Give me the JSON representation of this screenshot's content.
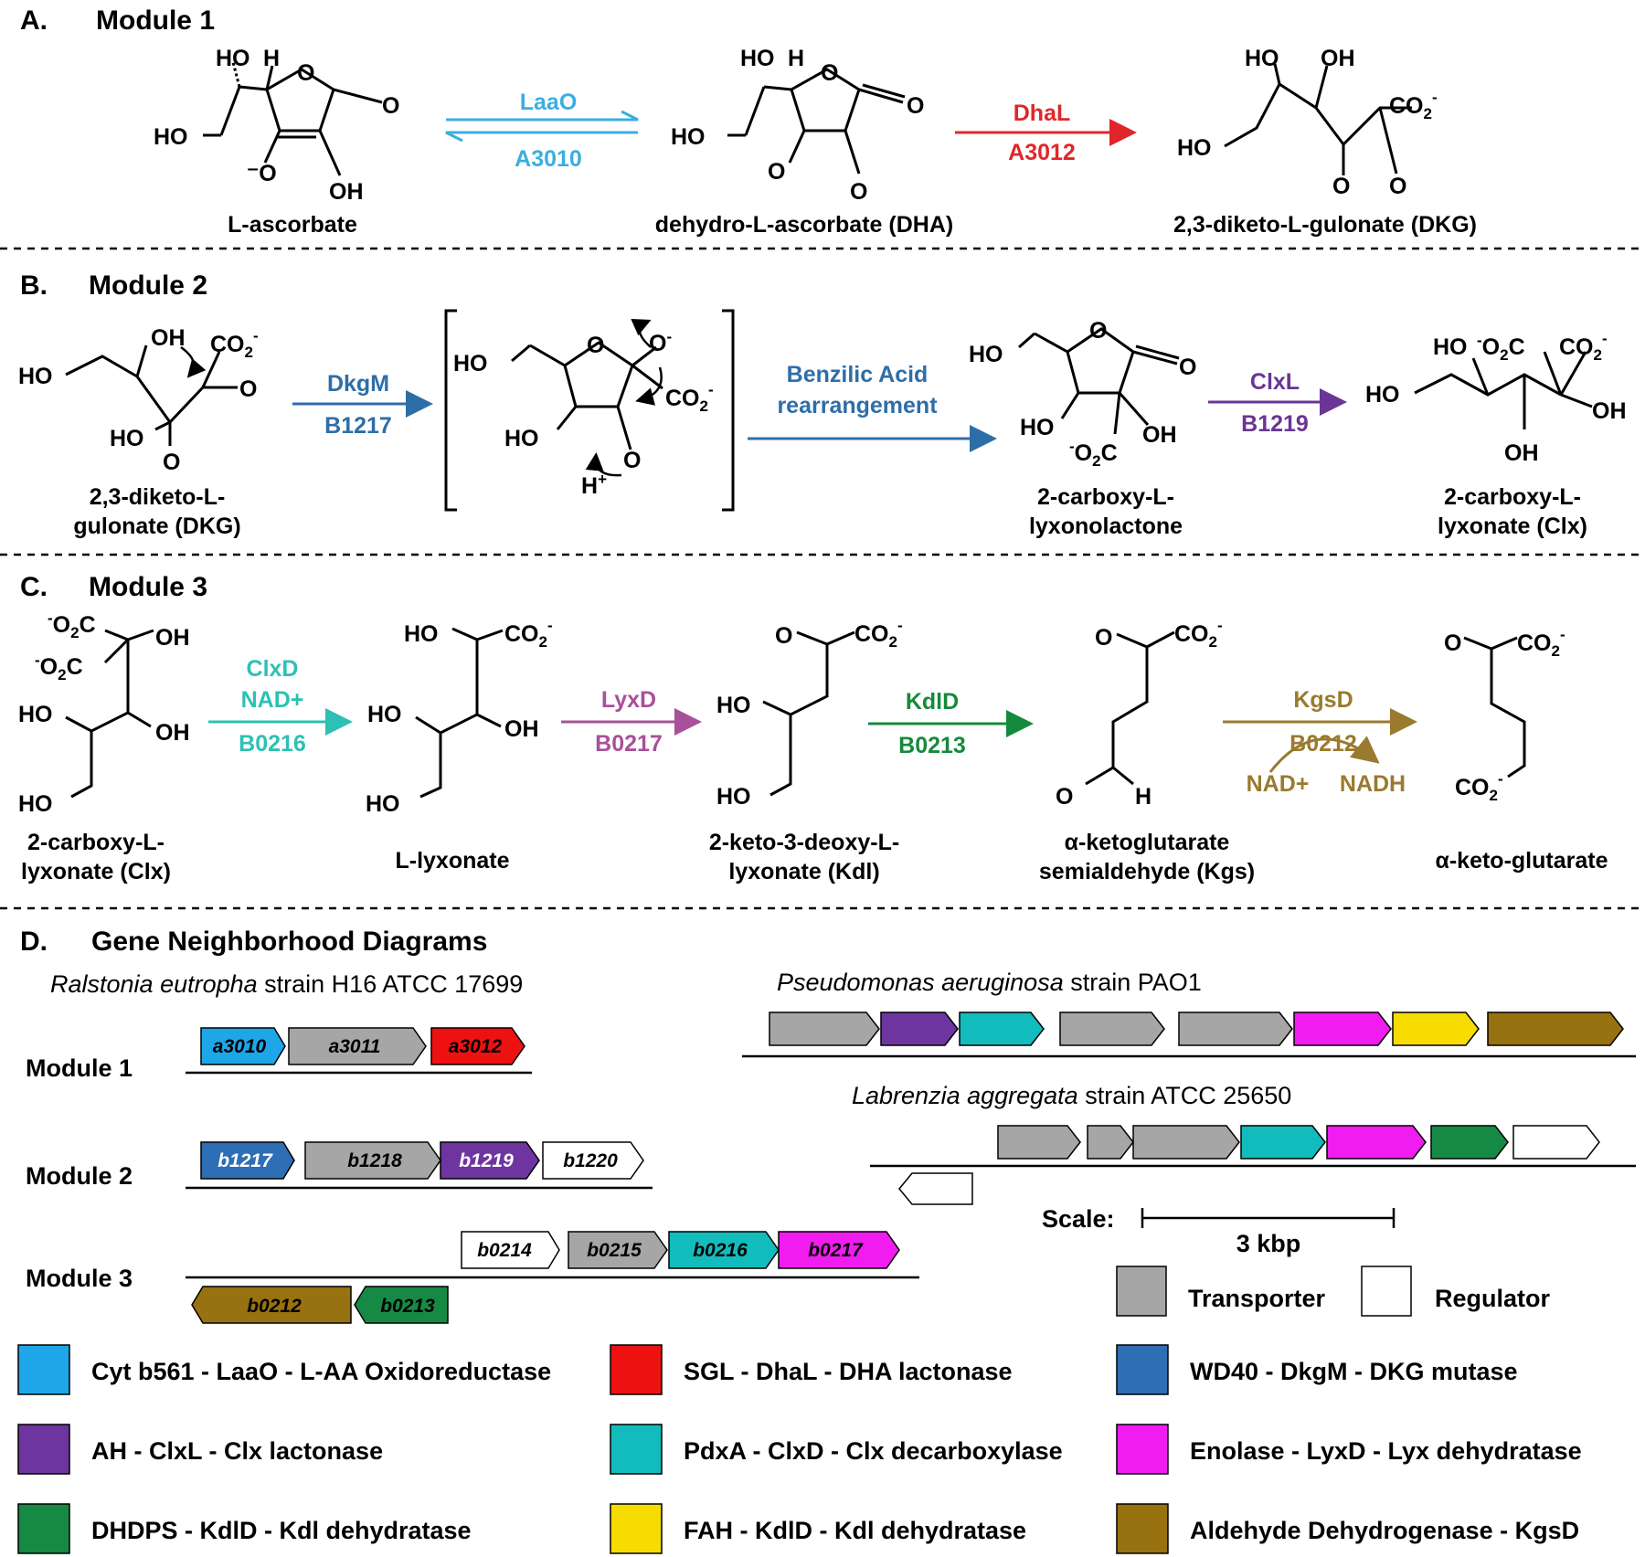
{
  "sections": {
    "a": {
      "letter": "A.",
      "title": "Module 1"
    },
    "b": {
      "letter": "B.",
      "title": "Module 2"
    },
    "c": {
      "letter": "C.",
      "title": "Module 3"
    },
    "d": {
      "letter": "D.",
      "title": "Gene Neighborhood Diagrams"
    }
  },
  "module1": {
    "mol1": "L-ascorbate",
    "mol2": "dehydro-L-ascorbate (DHA)",
    "mol3": "2,3-diketo-L-gulonate (DKG)",
    "enz1_name": "LaaO",
    "enz1_gene": "A3010",
    "enz1_color": "#3aaee0",
    "enz2_name": "DhaL",
    "enz2_gene": "A3012",
    "enz2_color": "#e0262a"
  },
  "module2": {
    "mol1_l1": "2,3-diketo-L-",
    "mol1_l2": "gulonate (DKG)",
    "mol2_l1": "2-carboxy-L-",
    "mol2_l2": "lyxonolactone",
    "mol3_l1": "2-carboxy-L-",
    "mol3_l2": "lyxonate (Clx)",
    "enz1_name": "DkgM",
    "enz1_gene": "B1217",
    "enz1_color": "#2e6ea8",
    "rearr_l1": "Benzilic Acid",
    "rearr_l2": "rearrangement",
    "rearr_color": "#2e6ea8",
    "enz2_name": "ClxL",
    "enz2_gene": "B1219",
    "enz2_color": "#6a3594"
  },
  "module3": {
    "mol1_l1": "2-carboxy-L-",
    "mol1_l2": "lyxonate (Clx)",
    "mol2": "L-lyxonate",
    "mol3_l1": "2-keto-3-deoxy-L-",
    "mol3_l2": "lyxonate (Kdl)",
    "mol4_l1": "α-ketoglutarate",
    "mol4_l2": "semialdehyde (Kgs)",
    "mol5": "α-keto-glutarate",
    "enz1_name": "ClxD",
    "enz1_cof": "NAD+",
    "enz1_gene": "B0216",
    "enz1_color": "#2ec0b4",
    "enz2_name": "LyxD",
    "enz2_gene": "B0217",
    "enz2_color": "#a8509a",
    "enz3_name": "KdlD",
    "enz3_gene": "B0213",
    "enz3_color": "#168a3c",
    "enz4_name": "KgsD",
    "enz4_gene": "B0212",
    "enz4_cof_in": "NAD+",
    "enz4_cof_out": "NADH",
    "enz4_color": "#9a7a2e"
  },
  "genes": {
    "ralstonia_species": "Ralstonia eutropha",
    "ralstonia_strain": " strain H16 ATCC 17699",
    "pseudomonas_species": "Pseudomonas aeruginosa",
    "pseudomonas_strain": " strain PAO1",
    "labrenzia_species": "Labrenzia aggregata",
    "labrenzia_strain": " strain ATCC 25650",
    "row_labels": [
      "Module 1",
      "Module 2",
      "Module 3"
    ],
    "m1": [
      "a3010",
      "a3011",
      "a3012"
    ],
    "m2": [
      "b1217",
      "b1218",
      "b1219",
      "b1220"
    ],
    "m3_top": [
      "b0214",
      "b0215",
      "b0216",
      "b0217"
    ],
    "m3_bottom": [
      "b0212",
      "b0213"
    ],
    "scale_label": "Scale:",
    "scale_value": "3 kbp",
    "transporter": "Transporter",
    "regulator": "Regulator"
  },
  "legend": [
    {
      "label": "Cyt b561 - LaaO - L-AA Oxidoreductase",
      "color": "#1ea7e8"
    },
    {
      "label": "SGL - DhaL - DHA lactonase",
      "color": "#ee1111"
    },
    {
      "label": "WD40 - DkgM - DKG mutase",
      "color": "#2e6eb4"
    },
    {
      "label": "AH - ClxL - Clx lactonase",
      "color": "#6e35a0"
    },
    {
      "label": "PdxA - ClxD - Clx decarboxylase",
      "color": "#12bcbc"
    },
    {
      "label": "Enolase - LyxD - Lyx dehydratase",
      "color": "#f01cf0"
    },
    {
      "label": "DHDPS - KdlD - Kdl dehydratase",
      "color": "#168a44"
    },
    {
      "label": "FAH - KdlD - Kdl dehydratase",
      "color": "#f6dc00"
    },
    {
      "label": "Aldehyde Dehydrogenase - KgsD",
      "color": "#987210"
    }
  ],
  "colors": {
    "transporter": "#a6a6a6",
    "regulator": "#ffffff"
  }
}
